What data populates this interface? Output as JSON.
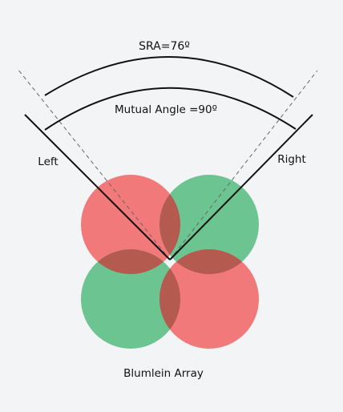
{
  "diagram": {
    "sra_label": "SRA=76º",
    "mutual_angle_label": "Mutual Angle =90º",
    "left_label": "Left",
    "right_label": "Right",
    "caption": "Blumlein Array"
  },
  "colors": {
    "background": "#f2f4f6",
    "positive_lobe": "#f06b6b",
    "negative_lobe": "#5cbf85",
    "overlap": "#b5574e",
    "line": "#111111",
    "dashed_line": "#666666"
  }
}
